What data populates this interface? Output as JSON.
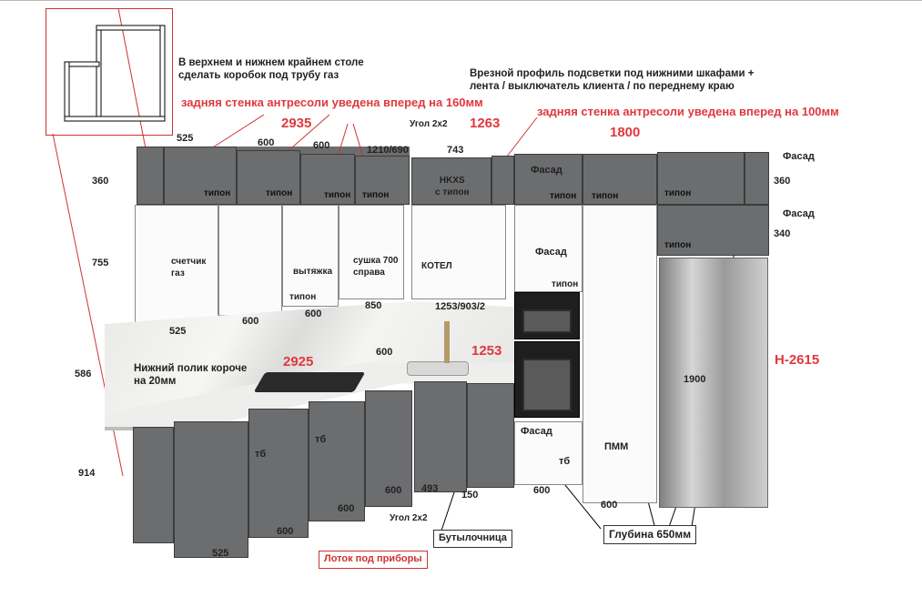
{
  "notes": {
    "gas_pipe": "В верхнем и нижнем крайнем столе\nсделать коробок под трубу газ",
    "profile": "Врезной профиль подсветки под нижними шкафами +\nлента / выключатель клиента / по переднему краю",
    "back_wall_160": "задняя стенка антресоли уведена вперед на 160мм",
    "back_wall_100": "задняя стенка антресоли уведена вперед на 100мм",
    "plinth": "Нижний полик короче\nна 20мм"
  },
  "totals": {
    "upper_left": "2935",
    "upper_corner": "1263",
    "upper_right": "1800",
    "lower_left": "2925",
    "lower_corner": "1253",
    "height": "H-2615"
  },
  "dims": {
    "d525a": "525",
    "d600a": "600",
    "d600b": "600",
    "d1210": "1210/690",
    "d743": "743",
    "corner_top": "Угол 2x2",
    "d360a": "360",
    "d755": "755",
    "d586": "586",
    "d914": "914",
    "d525b": "525",
    "d600c": "600",
    "d600d": "600",
    "d850": "850",
    "d1253_903": "1253/903/2",
    "d600e": "600",
    "d360b": "360",
    "d340": "340",
    "d1900": "1900",
    "d600f": "600",
    "d493": "493",
    "d150": "150",
    "d600g": "600",
    "d600h": "600",
    "d600i": "600",
    "d525c": "525",
    "corner_bottom": "Угол 2x2"
  },
  "labels": {
    "tipon": "типон",
    "hkxs": "HKXS\nс типон",
    "meter": "счетчик\nгаз",
    "hood": "вытяжка",
    "dryer": "сушка 700\nсправа",
    "boiler": "КОТЕЛ",
    "facade": "Фасад",
    "tb": "тб",
    "pmm": "ПММ"
  },
  "callouts": {
    "bottle": "Бутылочница",
    "depth": "Глубина 650мм",
    "tray": "Лоток под приборы"
  }
}
